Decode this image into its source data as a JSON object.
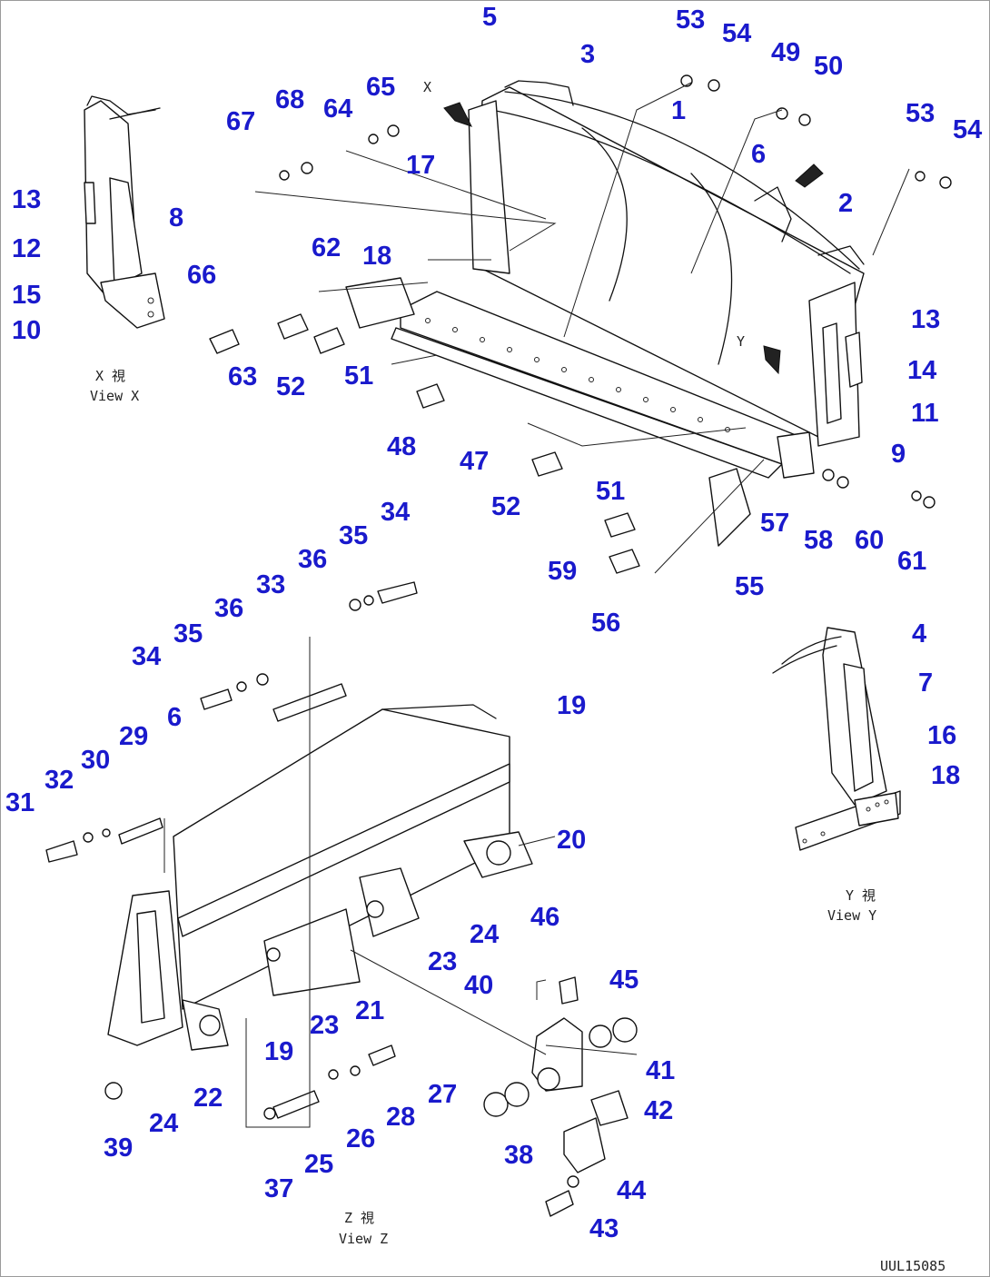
{
  "drawing": {
    "captions": {
      "view_x": "View X",
      "view_y": "View Y",
      "view_z": "View Z",
      "view_x_label": "X 視",
      "view_y_label": "Y 視",
      "view_z_label": "Z 視",
      "arrow_x": "X",
      "arrow_y": "Y"
    },
    "part_number": "UUL15085",
    "callouts": [
      "1",
      "2",
      "3",
      "4",
      "5",
      "6",
      "7",
      "8",
      "9",
      "10",
      "11",
      "12",
      "13",
      "14",
      "15",
      "16",
      "17",
      "18",
      "19",
      "20",
      "21",
      "22",
      "23",
      "24",
      "25",
      "26",
      "27",
      "28",
      "29",
      "30",
      "31",
      "32",
      "33",
      "34",
      "35",
      "36",
      "37",
      "38",
      "39",
      "40",
      "41",
      "42",
      "43",
      "44",
      "45",
      "46",
      "47",
      "48",
      "49",
      "50",
      "51",
      "52",
      "53",
      "54",
      "55",
      "56",
      "57",
      "58",
      "59",
      "60",
      "61",
      "62",
      "63",
      "64",
      "65",
      "66",
      "67",
      "68"
    ],
    "colors": {
      "callout": "#1a1acc",
      "line": "#111111"
    }
  }
}
